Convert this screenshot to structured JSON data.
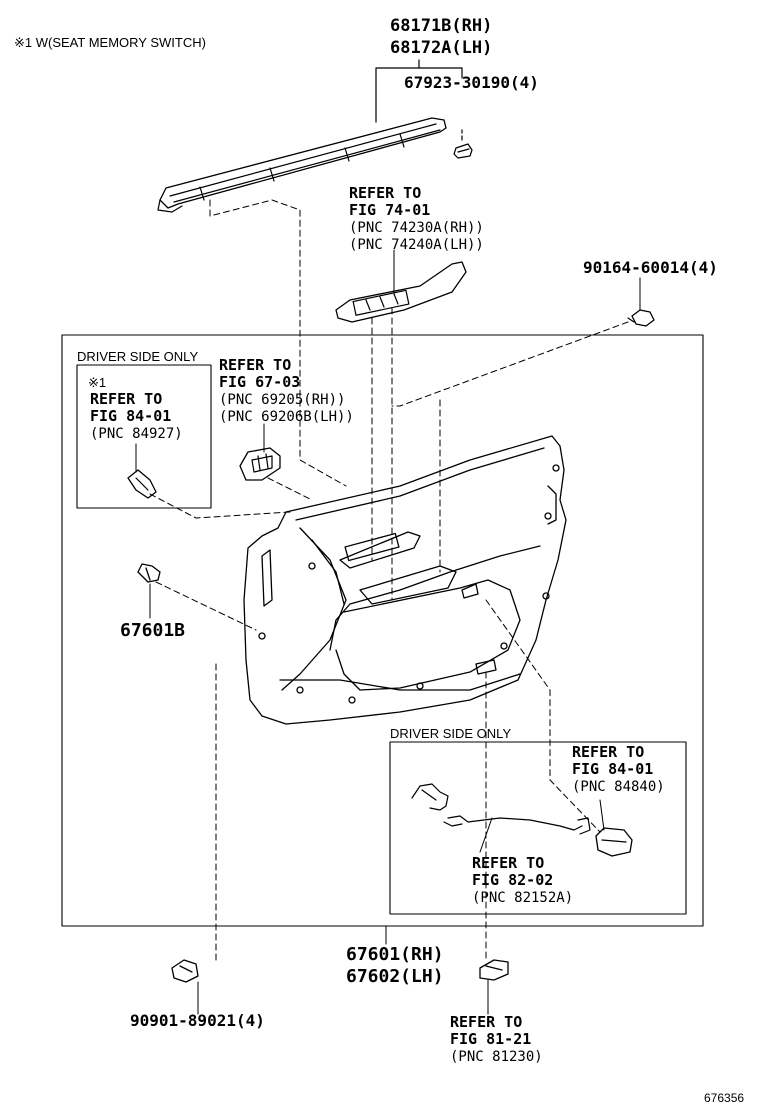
{
  "note": "※1 W(SEAT MEMORY SWITCH)",
  "drawing_id": "676356",
  "parts": {
    "moulding_rh": "68171B(RH)",
    "moulding_lh": "68172A(LH)",
    "moulding_clip": "67923-30190(4)",
    "screw": "90164-60014(4)",
    "clip_left": "67601B",
    "panel_rh": "67601(RH)",
    "panel_lh": "67602(LH)",
    "clip_bottom": "90901-89021(4)"
  },
  "refs": {
    "fig7401": {
      "refer": "REFER TO",
      "fig": "FIG 74-01",
      "pnc1": "(PNC 74230A(RH))",
      "pnc2": "(PNC 74240A(LH))"
    },
    "fig6703": {
      "refer": "REFER TO",
      "fig": "FIG 67-03",
      "pnc1": "(PNC 69205(RH))",
      "pnc2": "(PNC 69206B(LH))"
    },
    "fig8401a": {
      "mark": "※1",
      "refer": "REFER TO",
      "fig": "FIG 84-01",
      "pnc": "(PNC 84927)"
    },
    "fig8401b": {
      "refer": "REFER TO",
      "fig": "FIG 84-01",
      "pnc": "(PNC 84840)"
    },
    "fig8202": {
      "refer": "REFER TO",
      "fig": "FIG 82-02",
      "pnc": "(PNC 82152A)"
    },
    "fig8121": {
      "refer": "REFER TO",
      "fig": "FIG 81-21",
      "pnc": "(PNC 81230)"
    }
  },
  "boxes": {
    "driver_left": "DRIVER SIDE ONLY",
    "driver_right": "DRIVER SIDE ONLY"
  }
}
